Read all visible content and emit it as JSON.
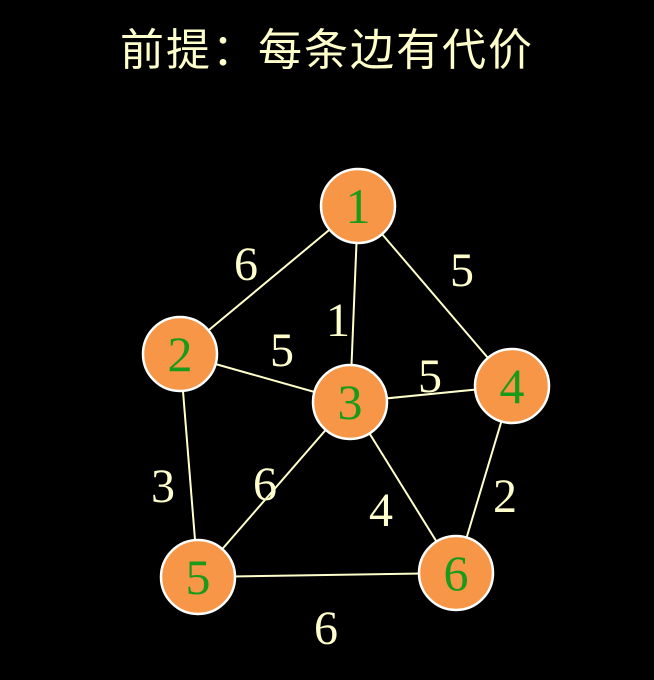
{
  "title": "前提：每条边有代价",
  "colors": {
    "background": "#000000",
    "node_fill": "#F79646",
    "node_label": "#1A9A1A",
    "edge": "#FFFFCC",
    "text": "#FFFFCC"
  },
  "graph": {
    "nodes": [
      {
        "id": "1",
        "label": "1"
      },
      {
        "id": "2",
        "label": "2"
      },
      {
        "id": "3",
        "label": "3"
      },
      {
        "id": "4",
        "label": "4"
      },
      {
        "id": "5",
        "label": "5"
      },
      {
        "id": "6",
        "label": "6"
      }
    ],
    "edges": [
      {
        "from": "1",
        "to": "2",
        "weight": "6"
      },
      {
        "from": "1",
        "to": "3",
        "weight": "1"
      },
      {
        "from": "1",
        "to": "4",
        "weight": "5"
      },
      {
        "from": "2",
        "to": "3",
        "weight": "5"
      },
      {
        "from": "3",
        "to": "4",
        "weight": "5"
      },
      {
        "from": "2",
        "to": "5",
        "weight": "3"
      },
      {
        "from": "3",
        "to": "5",
        "weight": "6"
      },
      {
        "from": "3",
        "to": "6",
        "weight": "4"
      },
      {
        "from": "4",
        "to": "6",
        "weight": "2"
      },
      {
        "from": "5",
        "to": "6",
        "weight": "6"
      }
    ]
  }
}
